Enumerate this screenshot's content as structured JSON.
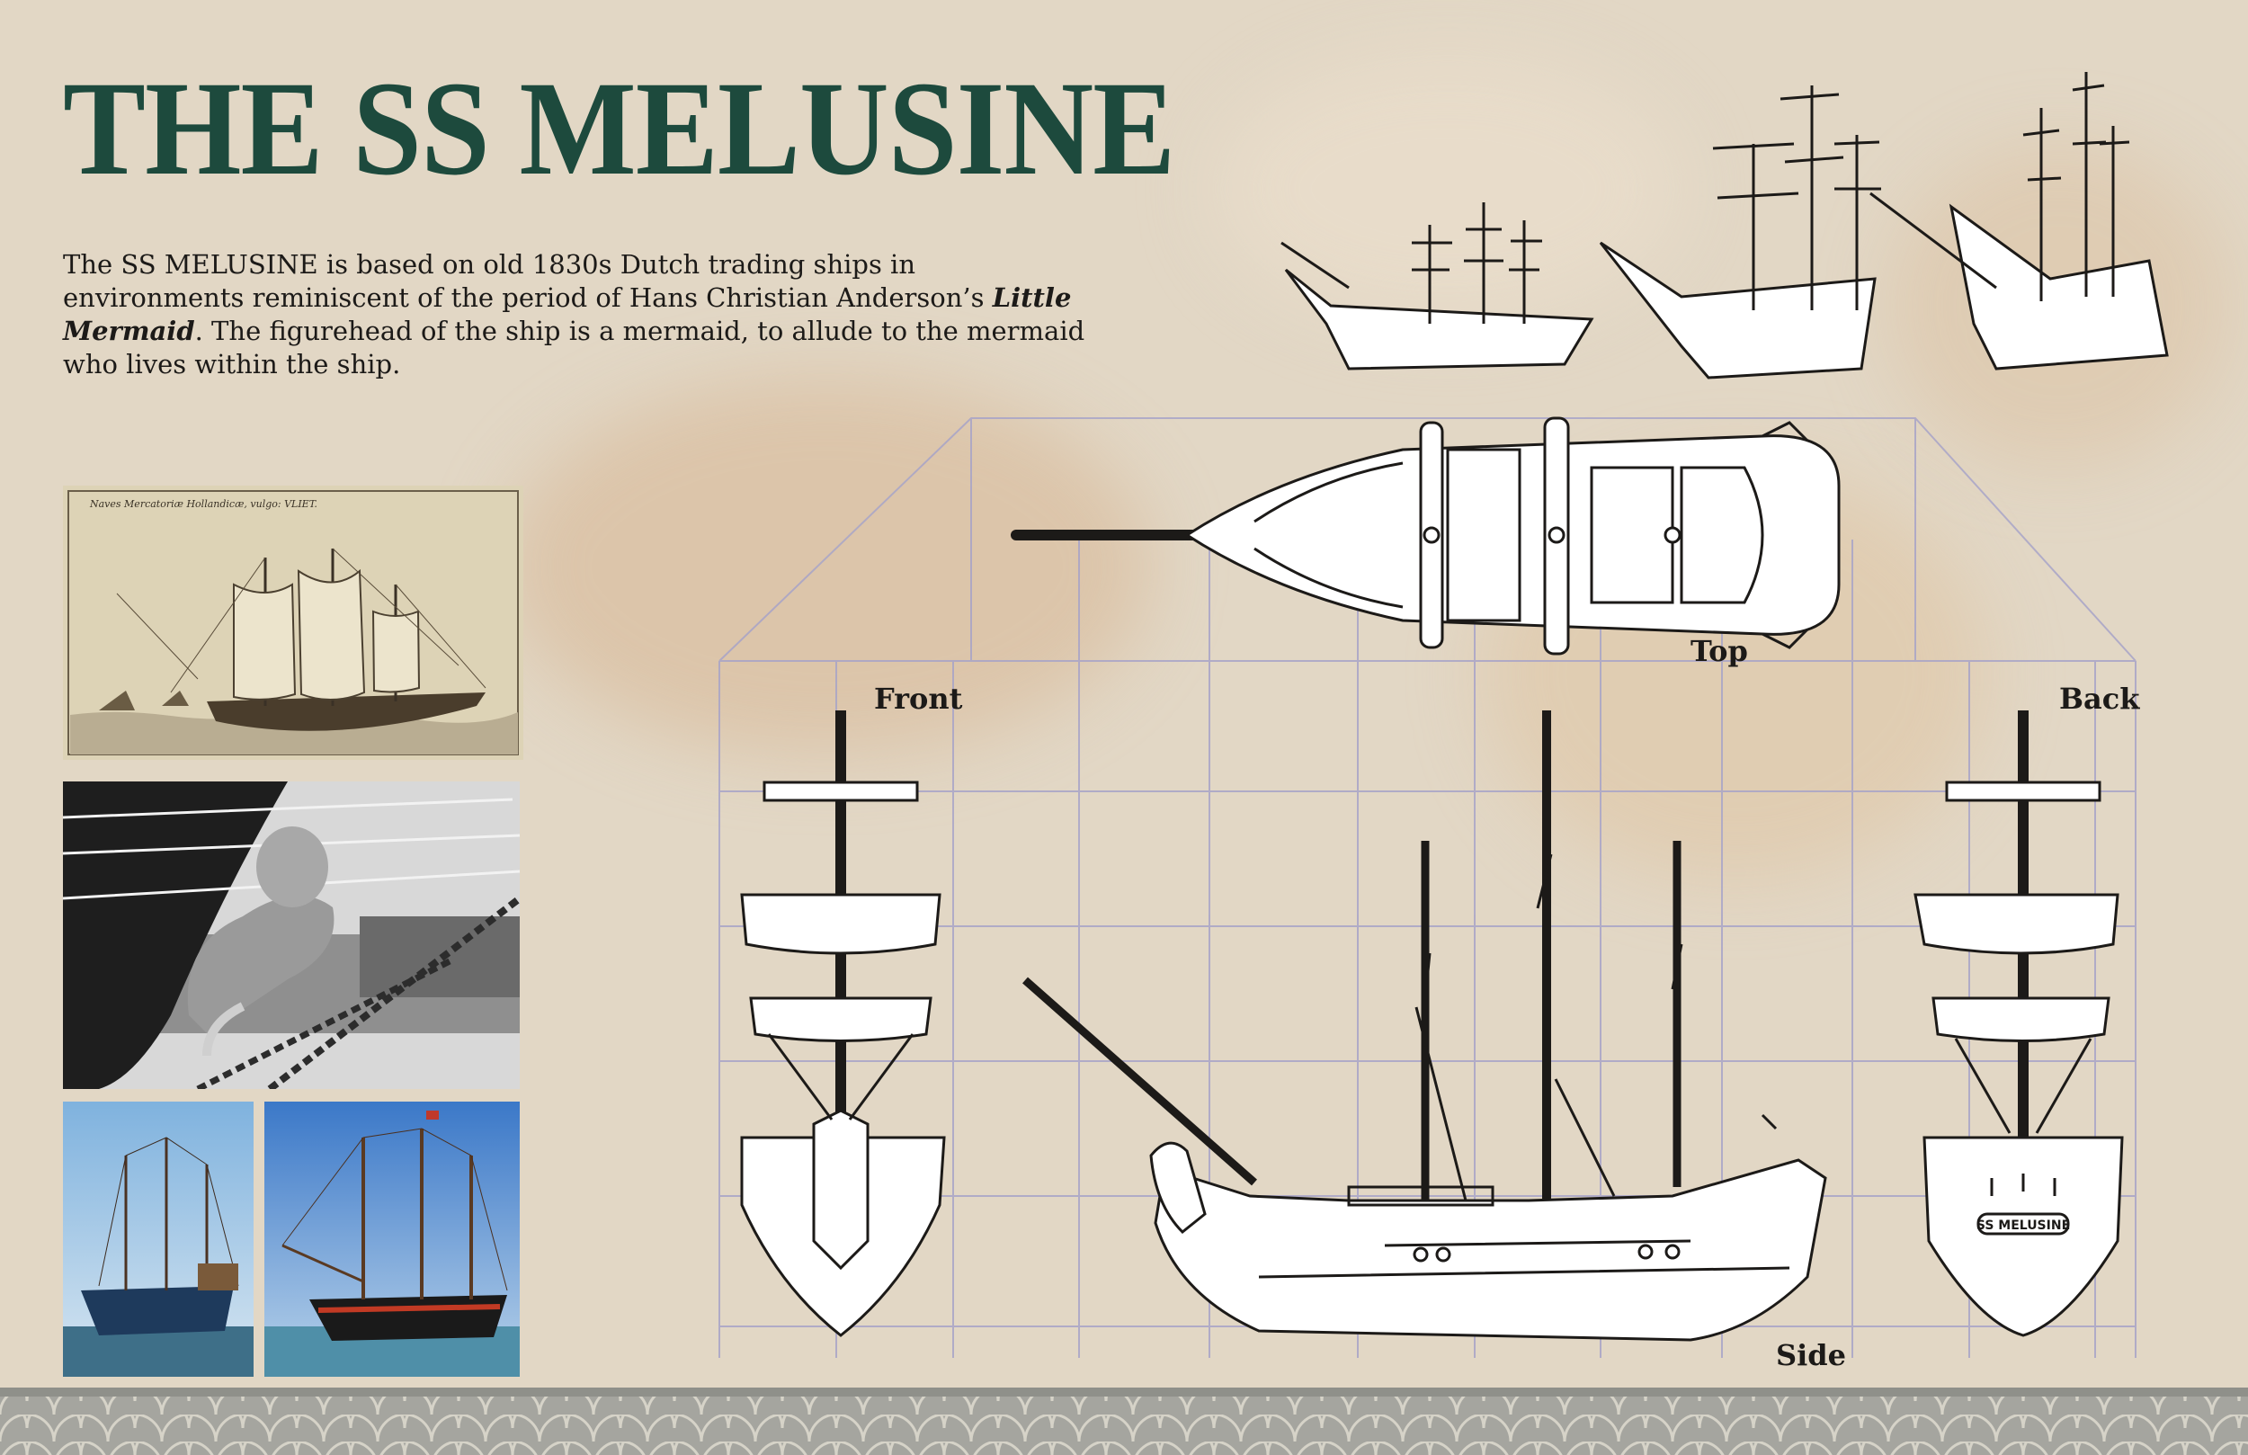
{
  "title": "THE SS MELUSINE",
  "intro": {
    "line1": "The SS MELUSINE is based on old 1830s Dutch trading ships in environments reminiscent of the period of Hans Christian Anderson’s ",
    "title_italic": "Little Mermaid",
    "line2": ". The figurehead of the ship is a mermaid, to allude to the mermaid who lives within the ship."
  },
  "references": {
    "engraving_caption": "Naves Mercatoriæ Hollandicæ, vulgo: VLIET."
  },
  "views": {
    "top": "Top",
    "front": "Front",
    "back": "Back",
    "side": "Side",
    "stern_nameplate": "SS MELUSINE"
  },
  "colors": {
    "title": "#1d4a3d",
    "paper": "#e2d7c5",
    "grid": "#a8a4c8",
    "footer": "#a5a59f"
  }
}
